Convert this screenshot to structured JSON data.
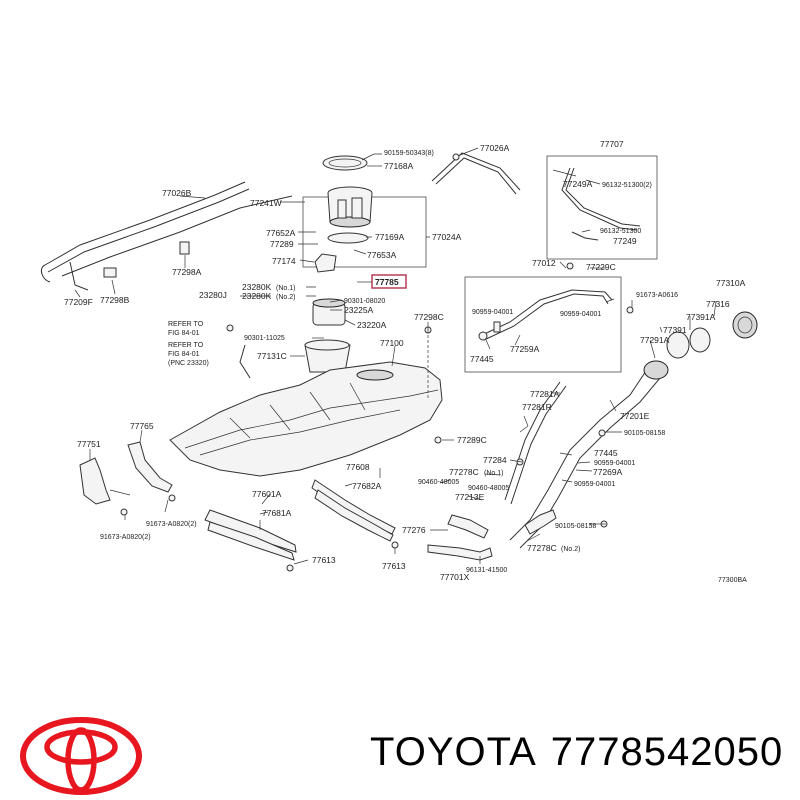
{
  "diagram": {
    "ref_code": "77300BA",
    "highlight_part": "77785",
    "labels": {
      "p77026A": "77026A",
      "p90159": "90159-50343(8)",
      "p77168A": "77168A",
      "p77707": "77707",
      "p77026B": "77026B",
      "p96132a": "96132-51300(2)",
      "p77249A": "77249A",
      "p77241W": "77241W",
      "p77652A": "77652A",
      "p77169A": "77169A",
      "p77024A": "77024A",
      "p77289": "77289",
      "p77653A": "77653A",
      "p96132b": "96132-51300",
      "p77249": "77249",
      "p77298A": "77298A",
      "p77174": "77174",
      "p77012": "77012",
      "p77229C": "77229C",
      "p77209F": "77209F",
      "p77298B": "77298B",
      "p77785": "77785",
      "p77310A": "77310A",
      "p23280K1": "23280K",
      "p23280K1s": "(No.1)",
      "p23280J": "23280J",
      "p23280K2": "23280K",
      "p23280K2s": "(No.2)",
      "p90301a": "90301-08020",
      "p232252": "23225A",
      "p91673a": "91673-A0616",
      "p77316": "77316",
      "p90959a": "90959-04001",
      "p90959b": "90959-04001",
      "p77391A": "77391A",
      "refer1a": "REFER TO",
      "refer1b": "FIG 84-01",
      "p23220A": "23220A",
      "p77298C": "77298C",
      "p77391": "77391",
      "refer2a": "REFER TO",
      "refer2b": "FIG 84-01",
      "refer2c": "(PNC 23320)",
      "p90301b": "90301-11025",
      "p77100": "77100",
      "p77259A": "77259A",
      "p77291A": "77291A",
      "p77131C": "77131C",
      "p77445a": "77445",
      "p77281A": "77281A",
      "p77281R": "77281R",
      "p77201E": "77201E",
      "p77765": "77765",
      "p90105a": "90105-08158",
      "p77751": "77751",
      "p77289C": "77289C",
      "p77284": "77284",
      "p77445b": "77445",
      "p77608": "77608",
      "p77278C1": "77278C",
      "p77278C1s": "(No.1)",
      "p90959c": "90959-04001",
      "p90460a": "90460-48005",
      "p90460b": "90460-48005",
      "p77269A": "77269A",
      "p77682A": "77682A",
      "p77213E": "77213E",
      "p90959d": "90959-04001",
      "p77601A": "77601A",
      "p91673b": "91673-A0820(2)",
      "p77681A": "77681A",
      "p90105b": "90105-08158",
      "p91673c": "91673-A0820(2)",
      "p77276": "77276",
      "p77278C2": "77278C",
      "p77278C2s": "(No.2)",
      "p77613a": "77613",
      "p77613b": "77613",
      "p96131": "96131-41500",
      "p77701X": "77701X"
    }
  },
  "footer": {
    "brand": "TOYOTA",
    "part_number": "7778542050"
  },
  "colors": {
    "logo_red": "#e8161f",
    "highlight_border": "#b0304a",
    "line": "#333333"
  }
}
